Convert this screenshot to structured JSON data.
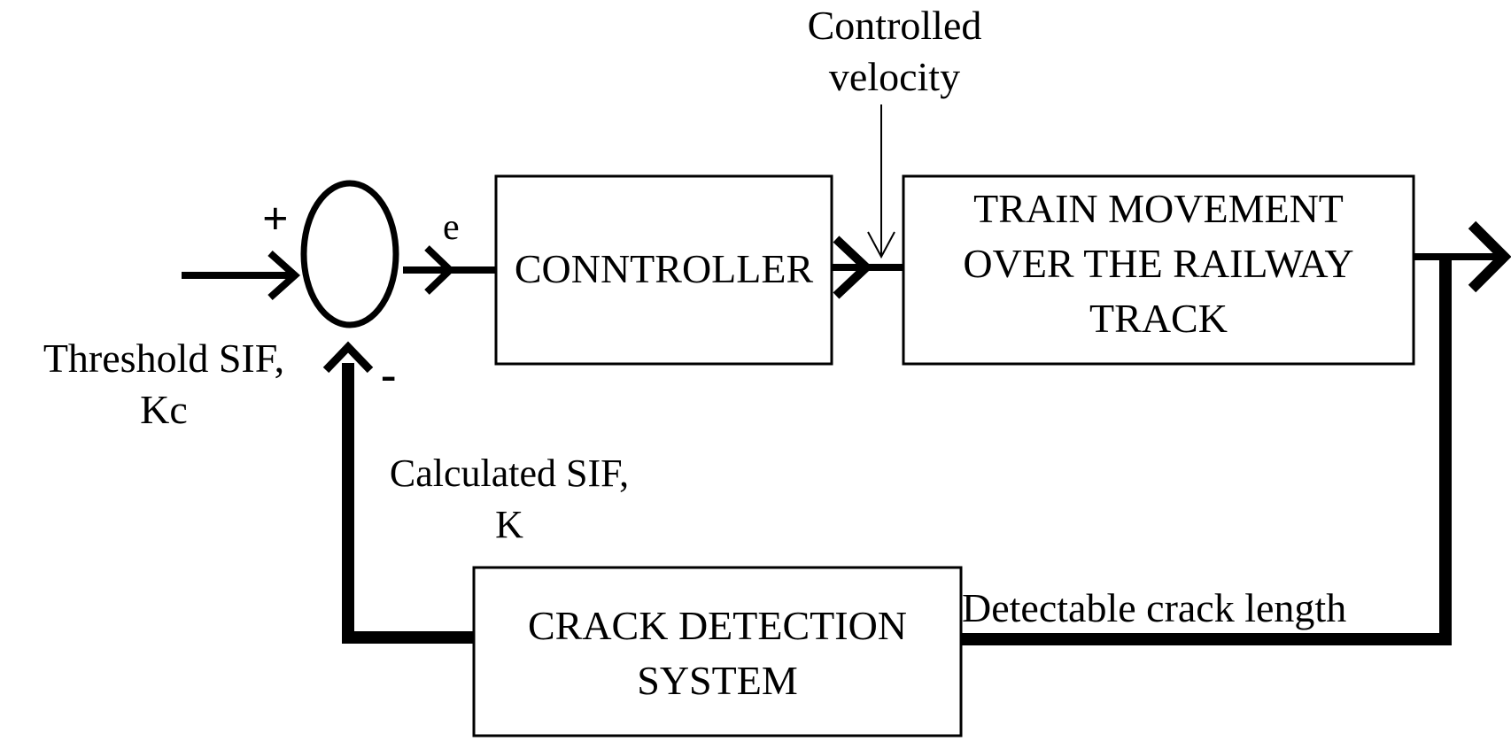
{
  "blocks": {
    "controller": "CONNTROLLER",
    "plant_line1": "TRAIN MOVEMENT",
    "plant_line2": "OVER THE RAILWAY",
    "plant_line3": "TRACK",
    "sensor_line1": "CRACK DETECTION",
    "sensor_line2": "SYSTEM"
  },
  "labels": {
    "disturbance_line1": "Controlled",
    "disturbance_line2": "velocity",
    "error": "e",
    "reference_line1": "Threshold SIF,",
    "reference_line2": "Kc",
    "feedback_line1": "Calculated SIF,",
    "feedback_line2": "K",
    "measured": "Detectable crack length"
  },
  "signs": {
    "plus": "+",
    "minus": "-"
  }
}
